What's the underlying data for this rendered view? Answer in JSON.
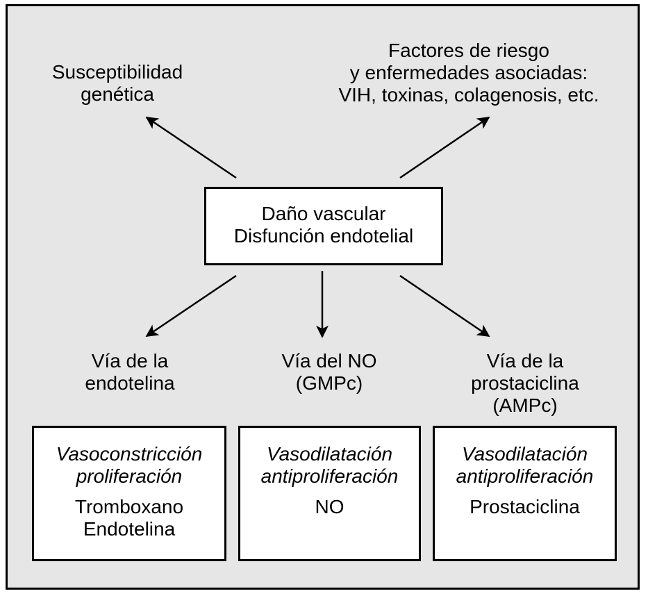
{
  "top_left": {
    "line1": "Susceptibilidad",
    "line2": "genética"
  },
  "top_right": {
    "line1": "Factores de riesgo",
    "line2": "y enfermedades asociadas:",
    "line3": "VIH, toxinas, colagenosis, etc."
  },
  "center": {
    "line1": "Daño vascular",
    "line2": "Disfunción endotelial"
  },
  "pathways": [
    {
      "line1": "Vía de la",
      "line2": "endotelina",
      "line3": ""
    },
    {
      "line1": "Vía del NO",
      "line2": "(GMPc)",
      "line3": ""
    },
    {
      "line1": "Vía de la",
      "line2": "prostaciclina",
      "line3": "(AMPc)"
    }
  ],
  "effects": [
    {
      "italic1": "Vasoconstricción",
      "italic2": "proliferación",
      "item1": "Tromboxano",
      "item2": "Endotelina"
    },
    {
      "italic1": "Vasodilatación",
      "italic2": "antiproliferación",
      "item1": "NO",
      "item2": ""
    },
    {
      "italic1": "Vasodilatación",
      "italic2": "antiproliferación",
      "item1": "Prostaciclina",
      "item2": ""
    }
  ],
  "colors": {
    "background": "#e6e6e6",
    "box": "#ffffff",
    "line": "#000000"
  }
}
